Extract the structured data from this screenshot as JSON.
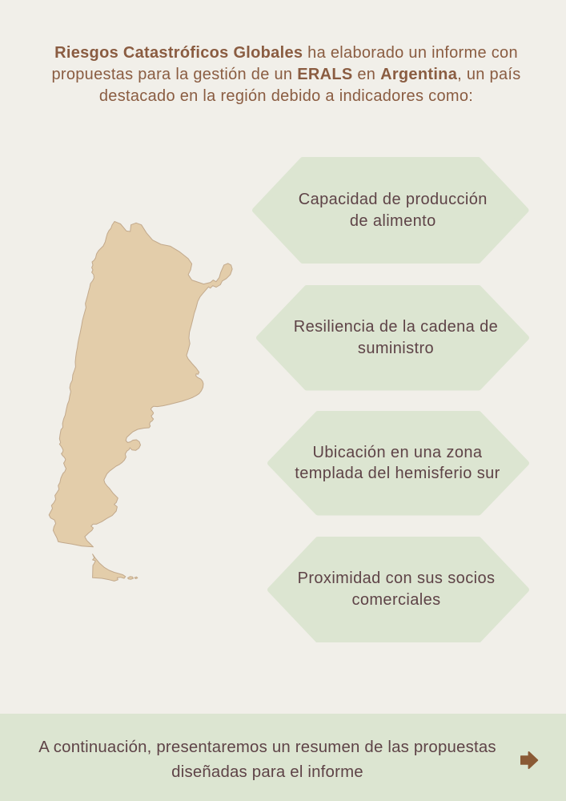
{
  "intro": {
    "segments": [
      {
        "text": "Riesgos Catastróficos Globales",
        "bold": true
      },
      {
        "text": " ha elaborado un informe con propuestas para la gestión de un ",
        "bold": false
      },
      {
        "text": "ERALS",
        "bold": true
      },
      {
        "text": " en ",
        "bold": false
      },
      {
        "text": "Argentina",
        "bold": true
      },
      {
        "text": ", un país destacado en la región debido a indicadores como:",
        "bold": false
      }
    ]
  },
  "map": {
    "label": "argentina-map"
  },
  "badges": [
    {
      "text": "Capacidad de producción\nde alimento"
    },
    {
      "text": "Resiliencia de la cadena de\nsuministro"
    },
    {
      "text": "Ubicación en una zona\ntemplada del hemisferio sur"
    },
    {
      "text": "Proximidad con sus socios\ncomerciales"
    }
  ],
  "footer": {
    "text": "A continuación, presentaremos un resumen de las propuestas\ndiseñadas para el informe",
    "arrow_icon": "right-arrow"
  },
  "colors": {
    "bg": "#f1efe9",
    "brown": "#8a5c41",
    "dark": "#5e4347",
    "hex_fill": "#dce5d1",
    "bar": "#dce5d1",
    "map_fill": "#e3cdaa",
    "map_stroke": "#c2a98c",
    "arrow": "#8a5a35"
  }
}
